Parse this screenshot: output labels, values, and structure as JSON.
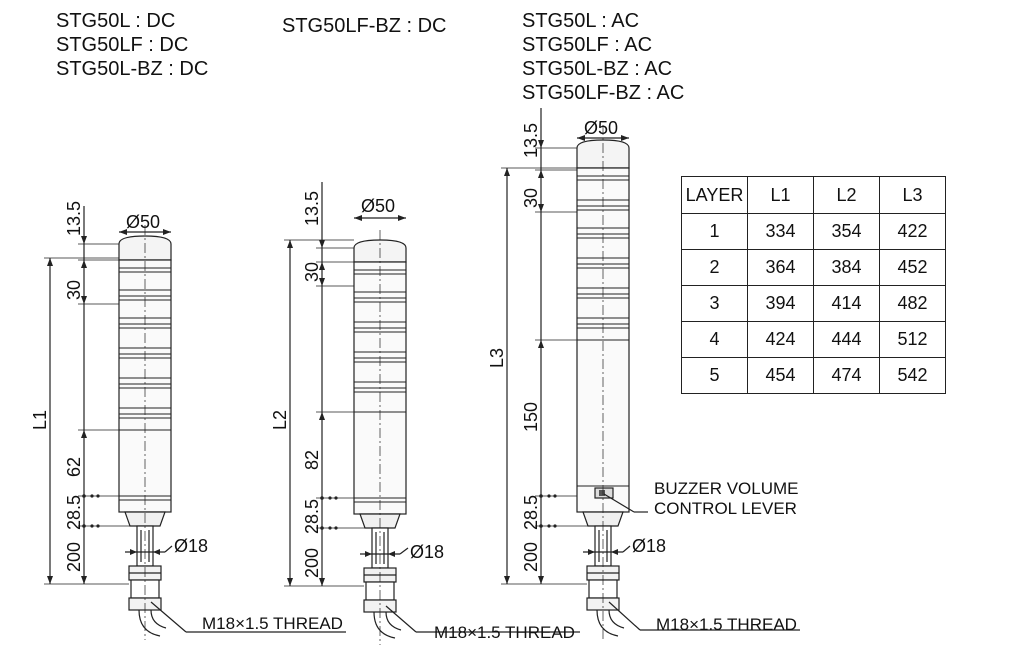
{
  "models": {
    "dc": [
      "STG50L : DC",
      "STG50LF : DC",
      "STG50L-BZ : DC"
    ],
    "lf_bz_dc": "STG50LF-BZ : DC",
    "ac": [
      "STG50L : AC",
      "STG50LF : AC",
      "STG50L-BZ : AC",
      "STG50LF-BZ : AC"
    ]
  },
  "dims": {
    "top": "13.5",
    "layer": "30",
    "diameter": "Ø50",
    "total_1": "L1",
    "total_2": "L2",
    "total_3": "L3",
    "base_1": "62",
    "base_2": "82",
    "base_3": "150",
    "mount": "28.5",
    "cable": "200",
    "stem": "Ø18",
    "thread": "M18×1.5 THREAD"
  },
  "buzzer": [
    "BUZZER VOLUME",
    "CONTROL LEVER"
  ],
  "table": {
    "headers": [
      "LAYER",
      "L1",
      "L2",
      "L3"
    ],
    "rows": [
      [
        "1",
        "334",
        "354",
        "422"
      ],
      [
        "2",
        "364",
        "384",
        "452"
      ],
      [
        "3",
        "394",
        "414",
        "482"
      ],
      [
        "4",
        "424",
        "444",
        "512"
      ],
      [
        "5",
        "454",
        "474",
        "542"
      ]
    ]
  }
}
